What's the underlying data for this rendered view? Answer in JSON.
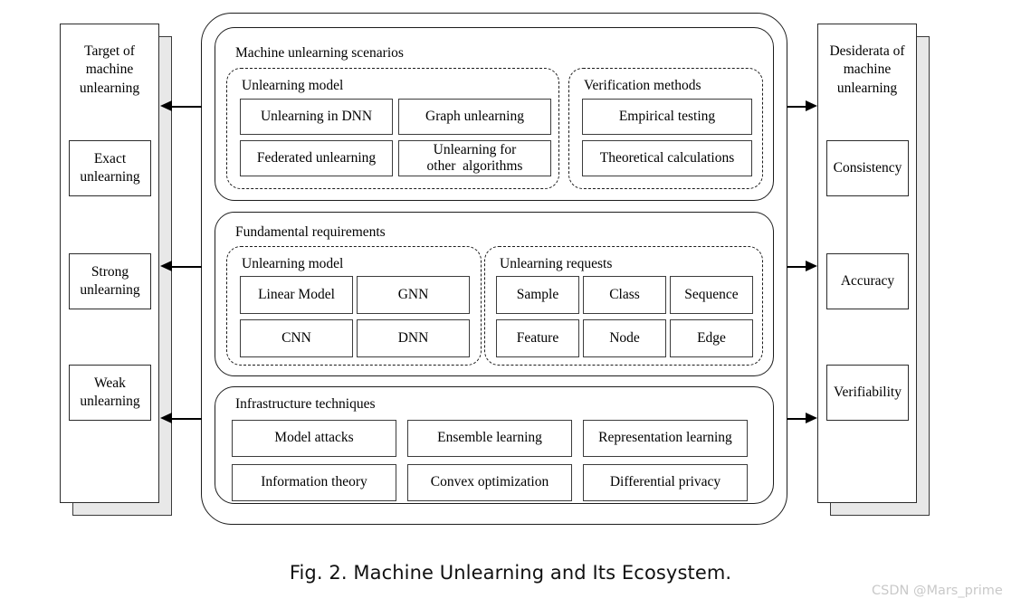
{
  "figure": {
    "caption": "Fig. 2.  Machine Unlearning and Its Ecosystem.",
    "watermark": "CSDN @Mars_prime",
    "colors": {
      "stroke": "#1d1d1d",
      "box_stroke": "#3c3c3c",
      "shadow": "#e8e8e8",
      "background": "#ffffff",
      "watermark": "#c9c9c9"
    }
  },
  "left_panel": {
    "title": "Target of\nmachine\nunlearning",
    "title_lines": [
      "Target of",
      "machine",
      "unlearning"
    ],
    "items": [
      {
        "label": "Exact\nunlearning",
        "lines": [
          "Exact",
          "unlearning"
        ]
      },
      {
        "label": "Strong\nunlearning",
        "lines": [
          "Strong",
          "unlearning"
        ]
      },
      {
        "label": "Weak\nunlearning",
        "lines": [
          "Weak",
          "unlearning"
        ]
      }
    ]
  },
  "right_panel": {
    "title": "Desiderata of\nmachine\nunlearning",
    "title_lines": [
      "Desiderata of",
      "machine",
      "unlearning"
    ],
    "items": [
      {
        "label": "Consistency"
      },
      {
        "label": "Accuracy"
      },
      {
        "label": "Verifiability"
      }
    ]
  },
  "center": {
    "sections": [
      {
        "title": "Machine unlearning scenarios",
        "groups": [
          {
            "title": "Unlearning model",
            "items": [
              {
                "lines": [
                  "Unlearning in DNN"
                ]
              },
              {
                "lines": [
                  "Graph unlearning"
                ]
              },
              {
                "lines": [
                  "Federated unlearning"
                ]
              },
              {
                "lines": [
                  "Unlearning for",
                  "other  algorithms"
                ]
              }
            ]
          },
          {
            "title": "Verification methods",
            "items": [
              {
                "lines": [
                  "Empirical testing"
                ]
              },
              {
                "lines": [
                  "Theoretical calculations"
                ]
              }
            ]
          }
        ]
      },
      {
        "title": "Fundamental requirements",
        "groups": [
          {
            "title": "Unlearning model",
            "items": [
              {
                "lines": [
                  "Linear Model"
                ]
              },
              {
                "lines": [
                  "GNN"
                ]
              },
              {
                "lines": [
                  "CNN"
                ]
              },
              {
                "lines": [
                  "DNN"
                ]
              }
            ]
          },
          {
            "title": "Unlearning requests",
            "items": [
              {
                "lines": [
                  "Sample"
                ]
              },
              {
                "lines": [
                  "Class"
                ]
              },
              {
                "lines": [
                  "Sequence"
                ]
              },
              {
                "lines": [
                  "Feature"
                ]
              },
              {
                "lines": [
                  "Node"
                ]
              },
              {
                "lines": [
                  "Edge"
                ]
              }
            ]
          }
        ]
      },
      {
        "title": "Infrastructure techniques",
        "groups": [
          {
            "title": "",
            "items": [
              {
                "lines": [
                  "Model attacks"
                ]
              },
              {
                "lines": [
                  "Ensemble learning"
                ]
              },
              {
                "lines": [
                  "Representation learning"
                ]
              },
              {
                "lines": [
                  "Information theory"
                ]
              },
              {
                "lines": [
                  "Convex optimization"
                ]
              },
              {
                "lines": [
                  "Differential privacy"
                ]
              }
            ]
          }
        ]
      }
    ]
  },
  "connectors": {
    "left_arrows": [
      {
        "name": "arrow-scenarios-to-target"
      },
      {
        "name": "arrow-requirements-to-strong"
      },
      {
        "name": "arrow-infrastructure-to-weak"
      }
    ],
    "right_arrows": [
      {
        "name": "arrow-scenarios-to-desiderata"
      },
      {
        "name": "arrow-requirements-to-accuracy"
      },
      {
        "name": "arrow-infrastructure-to-verifiability"
      }
    ]
  }
}
